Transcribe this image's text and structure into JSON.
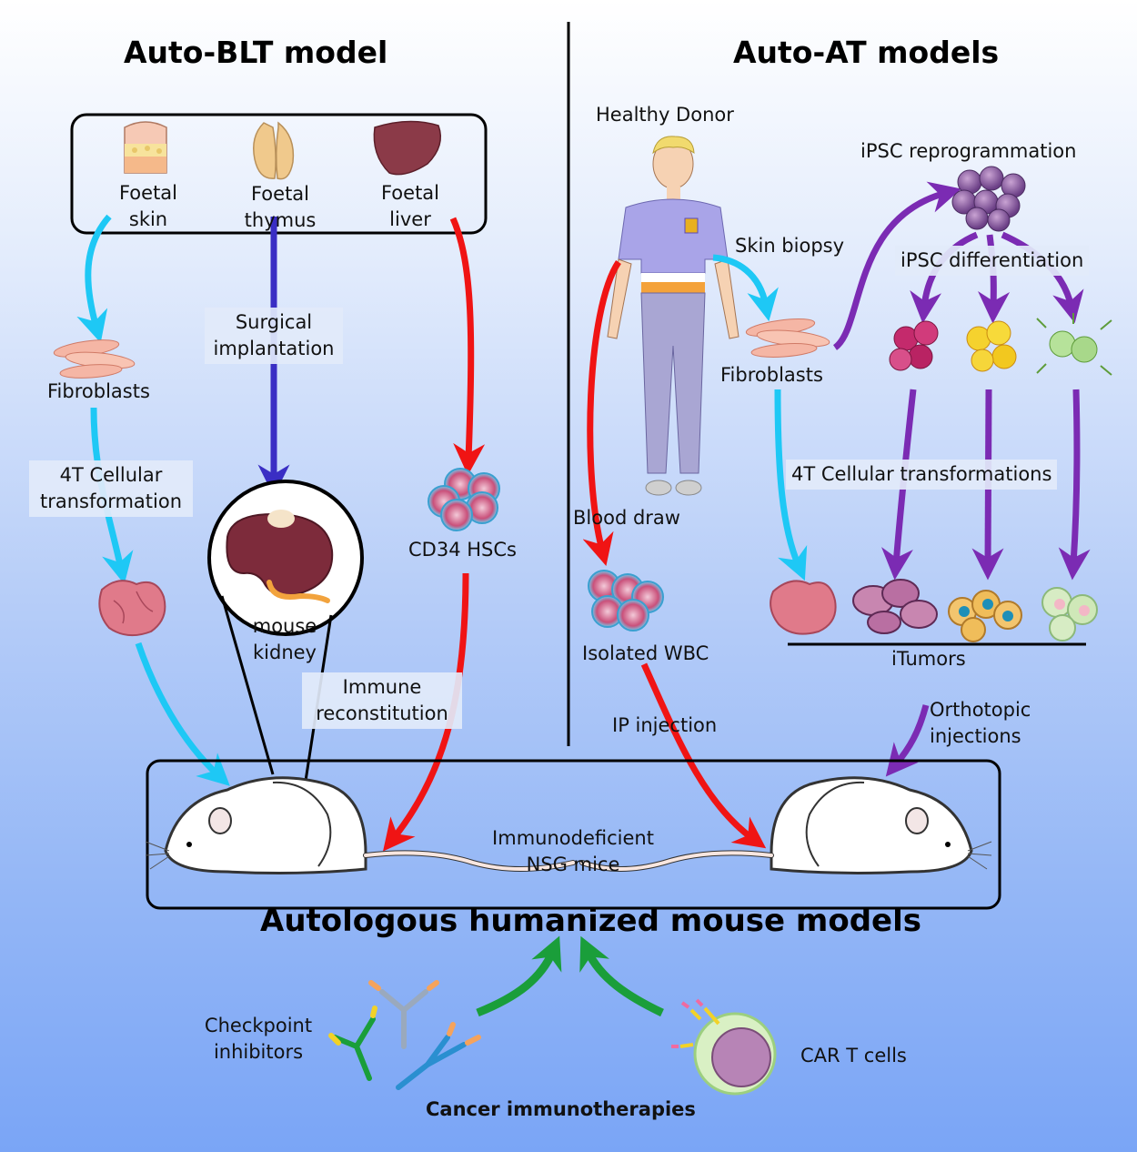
{
  "titles": {
    "auto_blt": "Auto-BLT model",
    "auto_at": "Auto-AT models",
    "main": "Autologous humanized mouse models",
    "therapies": "Cancer immunotherapies"
  },
  "blt": {
    "foetal_skin": "Foetal\nskin",
    "foetal_thymus": "Foetal\nthymus",
    "foetal_liver": "Foetal\nliver",
    "fibroblasts": "Fibroblasts",
    "cellular_transformation": "4T Cellular\ntransformation",
    "surgical_implantation": "Surgical\nimplantation",
    "mouse_kidney": "mouse\nkidney",
    "cd34": "CD34 HSCs",
    "immune_reconstitution": "Immune\nreconstitution"
  },
  "at": {
    "healthy_donor": "Healthy Donor",
    "ipsc_reprogrammation": "iPSC reprogrammation",
    "skin_biopsy": "Skin biopsy",
    "ipsc_differentiation": "iPSC differentiation",
    "fibroblasts": "Fibroblasts",
    "cellular_transformations": "4T Cellular transformations",
    "blood_draw": "Blood draw",
    "isolated_wbc": "Isolated WBC",
    "itumors": "iTumors",
    "ip_injection": "IP injection",
    "orthotopic": "Orthotopic\ninjections"
  },
  "mice": {
    "label": "Immunodeficient\nNSG mice"
  },
  "therapy": {
    "checkpoint": "Checkpoint\ninhibitors",
    "car_t": "CAR T cells"
  },
  "colors": {
    "cyan_arrow": "#1ec8f5",
    "blue_arrow": "#3a2ec4",
    "red_arrow": "#f01414",
    "purple_arrow": "#7b2bb3",
    "green_arrow": "#1a9e3a"
  }
}
